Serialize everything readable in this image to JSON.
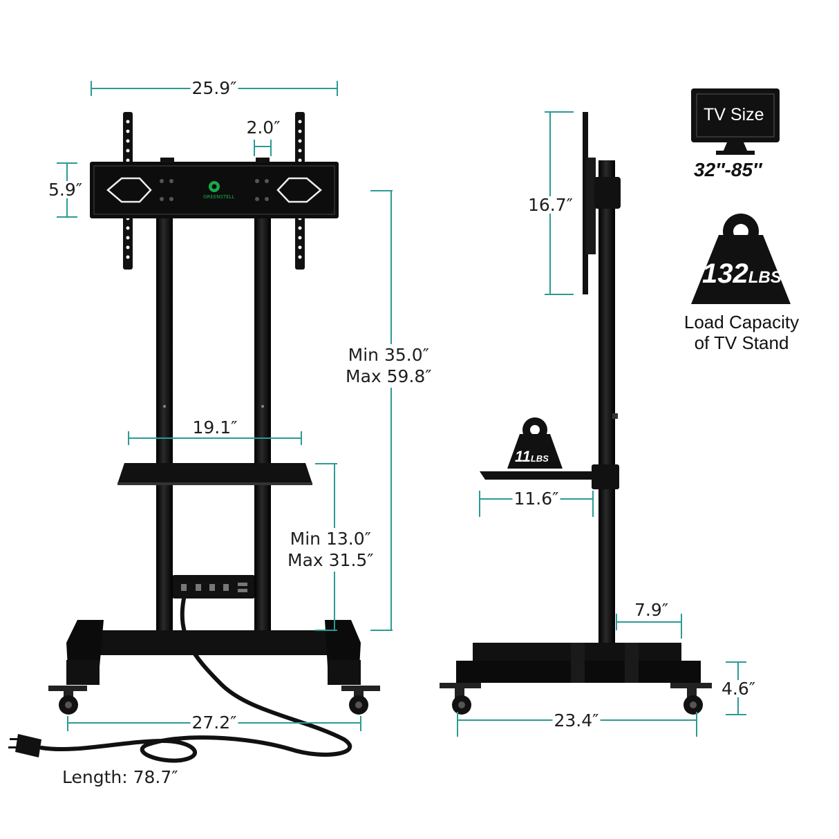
{
  "front_view": {
    "top_width": "25.9″",
    "pole_gap": "2.0″",
    "bracket_height": "5.9″",
    "height_min": "Min 35.0″",
    "height_max": "Max 59.8″",
    "shelf_width": "19.1″",
    "shelf_height_min": "Min 13.0″",
    "shelf_height_max": "Max 31.5″",
    "base_width": "27.2″",
    "cord_length": "Length: 78.7″",
    "logo_text": "GREENSTELL"
  },
  "side_view": {
    "plate_height": "16.7″",
    "shelf_depth": "11.6″",
    "shelf_load": "11",
    "shelf_load_unit": "LBS",
    "pole_offset": "7.9″",
    "base_depth": "23.4″",
    "base_height": "4.6″"
  },
  "badges": {
    "tv_size_label": "TV Size",
    "tv_size_range": "32″-85″",
    "load_value": "132",
    "load_unit": "LBS",
    "load_caption_line1": "Load Capacity",
    "load_caption_line2": "of TV Stand"
  },
  "colors": {
    "dimension_line": "#2b9a94",
    "product": "#111111",
    "logo_green": "#1aa84a"
  }
}
